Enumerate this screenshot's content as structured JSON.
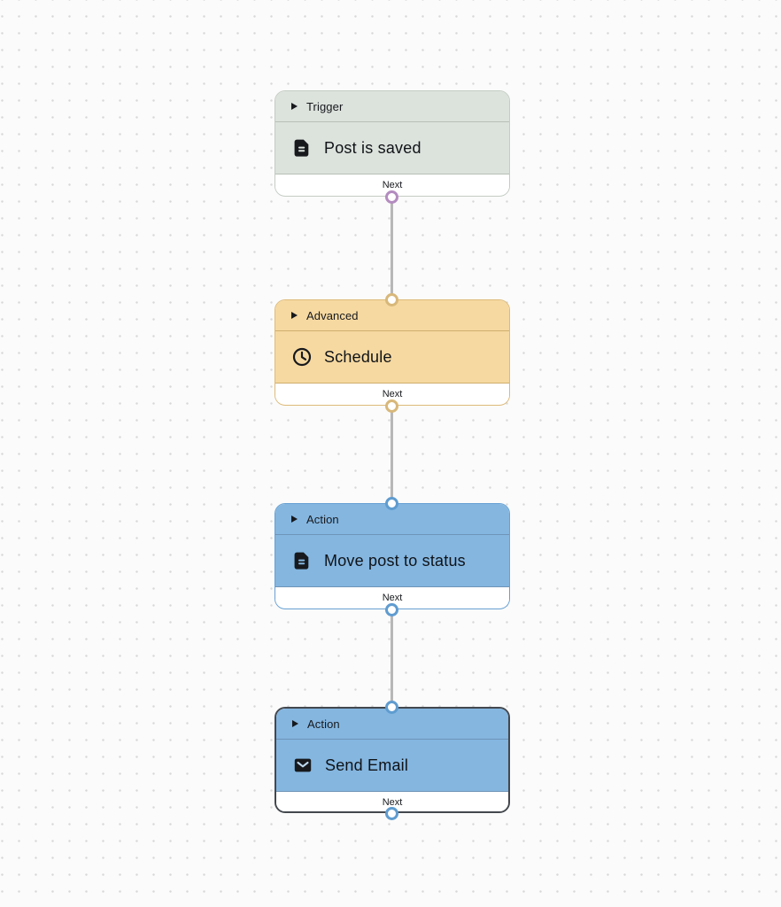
{
  "canvas": {
    "background_color": "#fbfbfb",
    "dot_color": "#d8d8d8",
    "connector_color": "#b7b7b7"
  },
  "nodes": [
    {
      "category": "Trigger",
      "title": "Post is saved",
      "icon": "document-icon",
      "next_label": "Next",
      "selected": false,
      "theme": {
        "bg": "#dce2dc",
        "border": "#c4ccc4",
        "divider": "#b7c0b7",
        "port": "#b48cc0"
      },
      "ports": {
        "top": false,
        "bottom": true
      }
    },
    {
      "category": "Advanced",
      "title": "Schedule",
      "icon": "clock-icon",
      "next_label": "Next",
      "selected": false,
      "theme": {
        "bg": "#f6d9a1",
        "border": "#deba78",
        "divider": "#cfae6e",
        "port": "#d8b87a"
      },
      "ports": {
        "top": true,
        "bottom": true
      }
    },
    {
      "category": "Action",
      "title": "Move post to status",
      "icon": "document-icon",
      "next_label": "Next",
      "selected": false,
      "theme": {
        "bg": "#84b6e0",
        "border": "#66a0d2",
        "divider": "#6f94b8",
        "port": "#5f9cd0"
      },
      "ports": {
        "top": true,
        "bottom": true
      }
    },
    {
      "category": "Action",
      "title": "Send Email",
      "icon": "email-icon",
      "next_label": "Next",
      "selected": true,
      "theme": {
        "bg": "#84b6e0",
        "border": "#43484e",
        "divider": "#6f94b8",
        "port": "#5f9cd0"
      },
      "ports": {
        "top": true,
        "bottom": true
      }
    }
  ]
}
